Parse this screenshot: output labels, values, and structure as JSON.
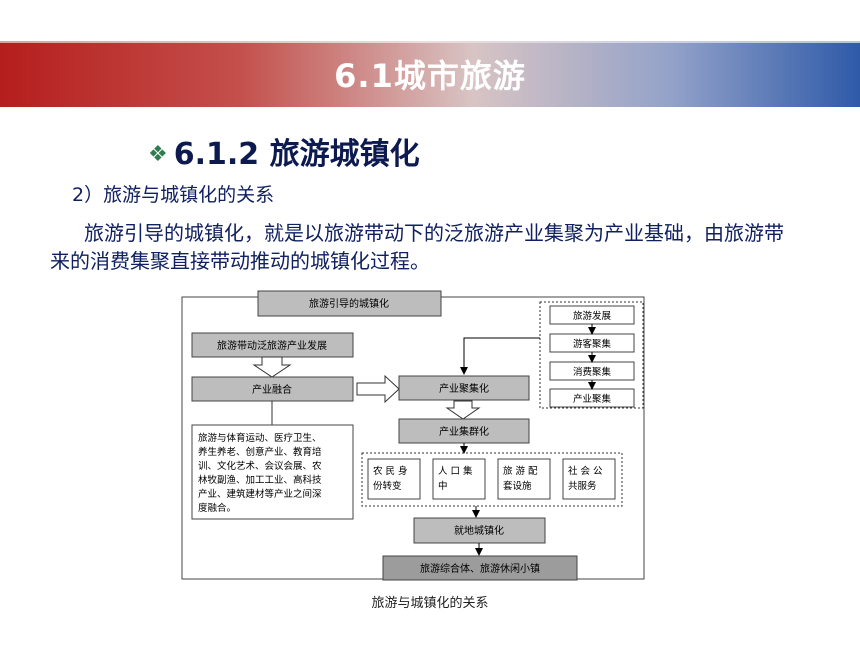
{
  "header": {
    "title": "6.1城市旅游"
  },
  "section": {
    "bullet_icon": "diamond-bullet-icon",
    "title": "6.1.2 旅游城镇化"
  },
  "paragraph": {
    "heading": "2）旅游与城镇化的关系",
    "body": "旅游引导的城镇化，就是以旅游带动下的泛旅游产业集聚为产业基础，由旅游带来的消费集聚直接带动推动的城镇化过程。"
  },
  "diagram": {
    "top_label": "旅游引导的城镇化",
    "pan_industry": "旅游带动泛旅游产业发展",
    "industry_fusion": "产业融合",
    "fusion_detail": [
      "旅游与体育运动、医疗卫生、",
      "养生养老、创意产业、教育培",
      "训、文化艺术、会议会展、农",
      "林牧副渔、加工工业、高科技",
      "产业、建筑建材等产业之间深",
      "度融合。"
    ],
    "right_chain": [
      "旅游发展",
      "游客聚集",
      "消费聚集",
      "产业聚集"
    ],
    "industry_agglomeration": "产业聚集化",
    "industry_cluster": "产业集群化",
    "factors": [
      [
        "农 民 身",
        "份转变"
      ],
      [
        "人 口 集",
        "中"
      ],
      [
        "旅 游 配",
        "套设施"
      ],
      [
        "社 会 公",
        "共服务"
      ]
    ],
    "local_urbanization": "就地城镇化",
    "final": "旅游综合体、旅游休闲小镇"
  },
  "caption": "旅游与城镇化的关系"
}
